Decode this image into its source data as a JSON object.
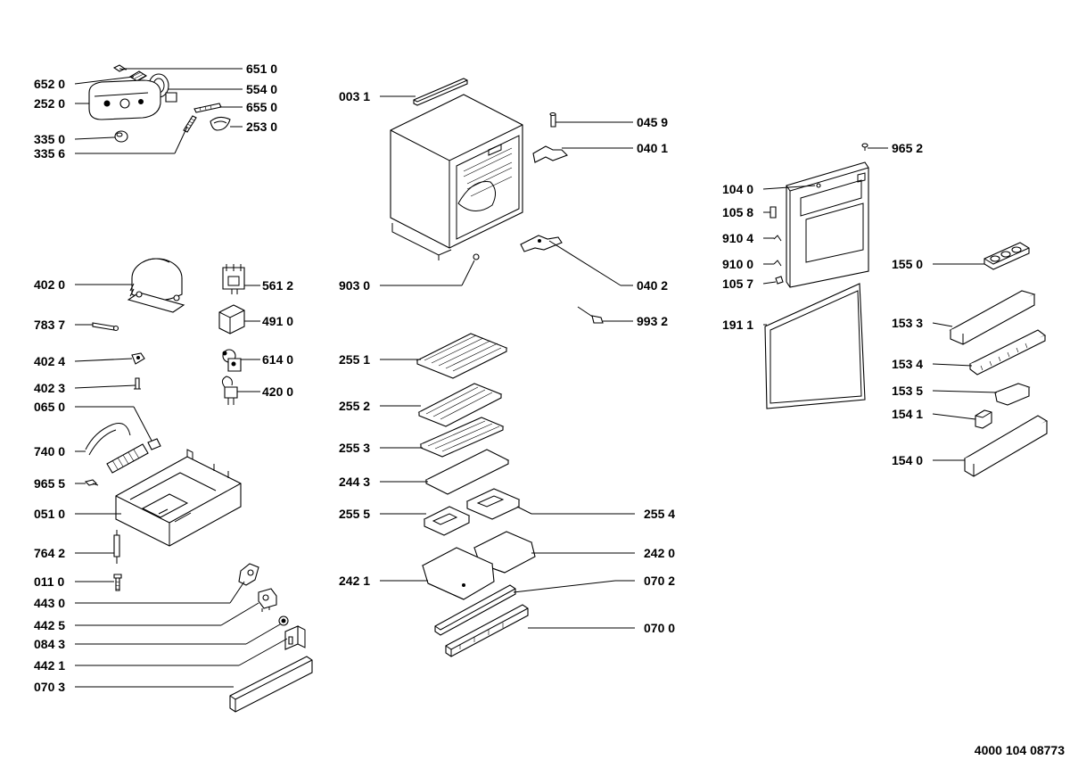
{
  "document_number": "4000 104 08773",
  "parts": [
    {
      "id": "p6510",
      "label": "651 0"
    },
    {
      "id": "p6520",
      "label": "652 0"
    },
    {
      "id": "p5540",
      "label": "554 0"
    },
    {
      "id": "p2520",
      "label": "252 0"
    },
    {
      "id": "p6550",
      "label": "655 0"
    },
    {
      "id": "p2530",
      "label": "253 0"
    },
    {
      "id": "p3350",
      "label": "335 0"
    },
    {
      "id": "p3356",
      "label": "335 6"
    },
    {
      "id": "p4020",
      "label": "402 0"
    },
    {
      "id": "p5612",
      "label": "561 2"
    },
    {
      "id": "p4910",
      "label": "491 0"
    },
    {
      "id": "p7837",
      "label": "783 7"
    },
    {
      "id": "p4024",
      "label": "402 4"
    },
    {
      "id": "p6140",
      "label": "614 0"
    },
    {
      "id": "p4023",
      "label": "402 3"
    },
    {
      "id": "p4200",
      "label": "420 0"
    },
    {
      "id": "p0650",
      "label": "065 0"
    },
    {
      "id": "p7400",
      "label": "740 0"
    },
    {
      "id": "p9655",
      "label": "965 5"
    },
    {
      "id": "p0510",
      "label": "051 0"
    },
    {
      "id": "p7642",
      "label": "764 2"
    },
    {
      "id": "p0110",
      "label": "011 0"
    },
    {
      "id": "p4430",
      "label": "443 0"
    },
    {
      "id": "p4425",
      "label": "442 5"
    },
    {
      "id": "p0843",
      "label": "084 3"
    },
    {
      "id": "p4421",
      "label": "442 1"
    },
    {
      "id": "p0703",
      "label": "070 3"
    },
    {
      "id": "p0031",
      "label": "003 1"
    },
    {
      "id": "p0459",
      "label": "045 9"
    },
    {
      "id": "p0401",
      "label": "040 1"
    },
    {
      "id": "p9030",
      "label": "903 0"
    },
    {
      "id": "p0402",
      "label": "040 2"
    },
    {
      "id": "p9932",
      "label": "993 2"
    },
    {
      "id": "p2551",
      "label": "255 1"
    },
    {
      "id": "p2552",
      "label": "255 2"
    },
    {
      "id": "p2553",
      "label": "255 3"
    },
    {
      "id": "p2443",
      "label": "244 3"
    },
    {
      "id": "p2555",
      "label": "255 5"
    },
    {
      "id": "p2554",
      "label": "255 4"
    },
    {
      "id": "p2420",
      "label": "242 0"
    },
    {
      "id": "p2421",
      "label": "242 1"
    },
    {
      "id": "p0702",
      "label": "070 2"
    },
    {
      "id": "p0700",
      "label": "070 0"
    },
    {
      "id": "p9652",
      "label": "965 2"
    },
    {
      "id": "p1040",
      "label": "104 0"
    },
    {
      "id": "p1058",
      "label": "105 8"
    },
    {
      "id": "p9104",
      "label": "910 4"
    },
    {
      "id": "p9100",
      "label": "910 0"
    },
    {
      "id": "p1057",
      "label": "105 7"
    },
    {
      "id": "p1911",
      "label": "191 1"
    },
    {
      "id": "p1550",
      "label": "155 0"
    },
    {
      "id": "p1533",
      "label": "153 3"
    },
    {
      "id": "p1534",
      "label": "153 4"
    },
    {
      "id": "p1535",
      "label": "153 5"
    },
    {
      "id": "p1541",
      "label": "154 1"
    },
    {
      "id": "p1540",
      "label": "154 0"
    }
  ]
}
